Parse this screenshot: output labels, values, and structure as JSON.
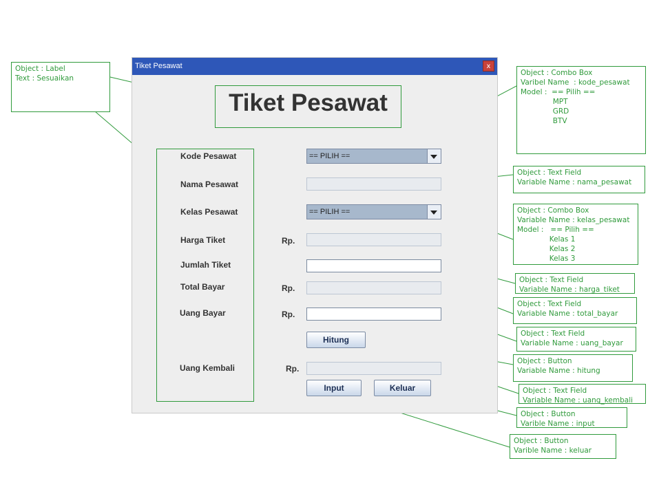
{
  "window": {
    "title": "Tiket Pesawat",
    "close_label": "x",
    "header_label": "Tiket Pesawat"
  },
  "form": {
    "kode_label": "Kode Pesawat",
    "nama_label": "Nama Pesawat",
    "kelas_label": "Kelas Pesawat",
    "harga_label": "Harga Tiket",
    "jumlah_label": "Jumlah Tiket",
    "total_label": "Total Bayar",
    "uang_bayar_label": "Uang Bayar",
    "uang_kembali_label": "Uang Kembali",
    "rp": "Rp.",
    "kode_value": "== PILIH ==",
    "kelas_value": "== PILIH ==",
    "hitung_button": "Hitung",
    "input_button": "Input",
    "keluar_button": "Keluar"
  },
  "annotations": {
    "label": "Object : Label\nText : Sesuaikan",
    "kode_combo": "Object : Combo Box\nVaribel Name  : kode_pesawat\nModel :  == Pilih ==\n              MPT\n              GRD\n              BTV",
    "nama_field": "Object : Text Field\nVariable Name : nama_pesawat",
    "kelas_combo": "Object : Combo Box\nVariable Name : kelas_pesawat\nModel :   == Pilih ==\n              Kelas 1\n              Kelas 2\n              Kelas 3",
    "harga_field": "Object : Text Field\nVariable Name : harga_tiket",
    "total_field": "Object : Text Field\nVariable Name : total_bayar",
    "uang_bayar_field": "Object : Text Field\nVariable Name : uang_bayar",
    "hitung_button": "Object : Button\nVariable Name : hitung",
    "uang_kembali_field": "Object : Text Field\nVariable Name : uang_kembali",
    "input_button": "Object : Button\nVarible Name : input",
    "keluar_button": "Object : Button\nVarible Name : keluar"
  },
  "colors": {
    "annotation": "#2f9a3b",
    "titlebar": "#2e57b8",
    "close": "#c8423b"
  }
}
